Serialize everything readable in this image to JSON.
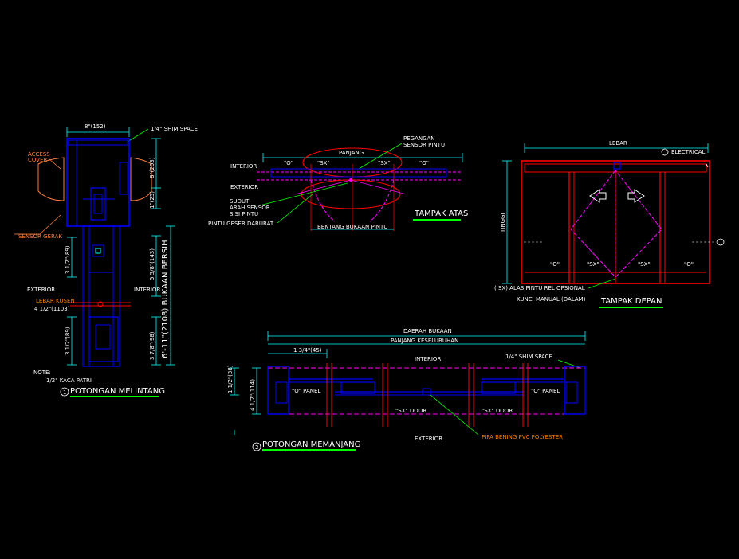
{
  "colors": {
    "background": "#000000",
    "wall": "#0000ff",
    "door_frame": "#ff0000",
    "dimension": "#00ffff",
    "swing": "#ff00ff",
    "title": "#ffffff",
    "underline": "#00ff00",
    "label": "#ffffff",
    "leader": "#00ff00",
    "note_orange": "#ff8000",
    "sensor": "#ff8040"
  },
  "section1": {
    "dim_top": "8\"(152)",
    "shim": "1/4\" SHIM SPACE",
    "access_cover": "ACCESS\nCOVER",
    "sensor_gerak": "SENSOR GERAK",
    "dim_203": "8\"(203)",
    "dim_25": "1\"(25)",
    "dim_143": "5 5/8\"(143)",
    "dim_89": "3 1/2\"(89)",
    "bukaan": "6'-11\"(2108) BUKAAN BERSIH",
    "exterior": "EXTERIOR",
    "interior": "INTERIOR",
    "lebar_kusen": "LEBAR KUSEN",
    "lebar_val": "4 1/2\"(1103)",
    "dim_89b": "3 1/2\"(89)",
    "dim_98": "3 7/8\"(98)",
    "note": "NOTE:",
    "note_val": "1/2\" KACA PATRI",
    "number": "1",
    "title": "POTONGAN MELINTANG"
  },
  "plan": {
    "panjang": "PANJANG",
    "pegangan": "PEGANGAN",
    "sensor_pintu": "SENSOR PINTU",
    "interior": "INTERIOR",
    "exterior": "EXTERIOR",
    "o_left": "\"O\"",
    "sx_left": "\"SX\"",
    "sx_right": "\"SX\"",
    "o_right": "\"O\"",
    "sudut": "SUDUT",
    "arah_sensor": "ARAH SENSOR",
    "sisi_pintu": "SISI PINTU",
    "pintu_geser": "PINTU GESER DARURAT",
    "bentang": "BENTANG BUKAAN PINTU",
    "title": "TAMPAK ATAS"
  },
  "elevation": {
    "lebar": "LEBAR",
    "electrical": "ELECTRICAL",
    "tinggi": "TINGGI",
    "o_left": "\"O\"",
    "sx_left": "\"SX\"",
    "sx_right": "\"SX\"",
    "o_right": "\"O\"",
    "note1": "( SX) ALAS PINTU REL OPSIONAL",
    "note2": "KUNCI MANUAL (DALAM)",
    "title": "TAMPAK DEPAN"
  },
  "section2": {
    "daerah_bukaan": "DAERAH BUKAAN",
    "panjang_keseluruhan": "PANJANG KESELURUHAN",
    "dim_45": "1 3/4\"(45)",
    "shim": "1/4\" SHIM SPACE",
    "interior": "INTERIOR",
    "dim_38": "1 1/2\"(38)",
    "dim_114": "4 1/2\"(114)",
    "o_panel_left": "\"O\" PANEL",
    "o_panel_right": "\"O\" PANEL",
    "sx_door_left": "\"SX\" DOOR",
    "sx_door_right": "\"SX\" DOOR",
    "pipa": "PIPA BENING PVC POLYESTER",
    "exterior": "EXTERIOR",
    "number": "2",
    "title": "POTONGAN MEMANJANG"
  }
}
